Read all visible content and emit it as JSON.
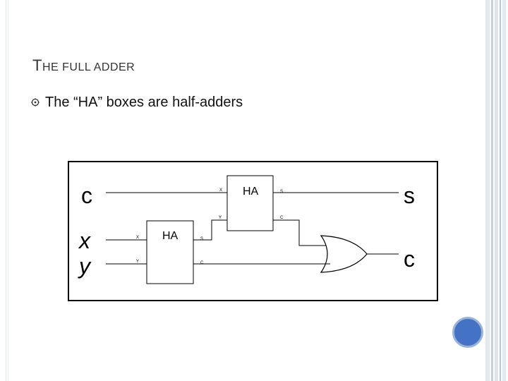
{
  "slide": {
    "title_first": "T",
    "title_rest": "HE FULL ADDER",
    "bullet": "The “HA” boxes are half-adders"
  },
  "diagram": {
    "input_c": "c",
    "input_x": "x",
    "input_y": "y",
    "output_s": "s",
    "output_c": "c",
    "ha_top": {
      "label": "HA",
      "in_x": "X",
      "in_y": "Y",
      "out_s": "S",
      "out_c": "C"
    },
    "ha_bottom": {
      "label": "HA",
      "in_x": "X",
      "in_y": "Y",
      "out_s": "S",
      "out_c": "C"
    }
  },
  "colors": {
    "accent_circle": "#4472c4",
    "stripe_light": "#dce4ef",
    "stripe_mid": "#b7c6dc"
  }
}
